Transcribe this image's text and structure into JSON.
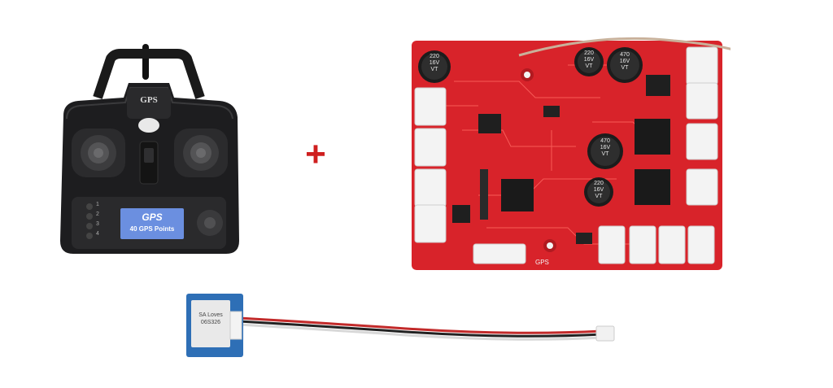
{
  "transmitter": {
    "top_label": "GPS",
    "screen_title": "GPS",
    "screen_subtitle": "40 GPS Points",
    "buttons": [
      "1",
      "2",
      "3",
      "4"
    ]
  },
  "plus_sign": "+",
  "board": {
    "caps": [
      {
        "v": "220",
        "s": "16V",
        "t": "VT"
      },
      {
        "v": "220",
        "s": "16V",
        "t": "VT"
      },
      {
        "v": "470",
        "s": "16V",
        "t": "VT"
      },
      {
        "v": "470",
        "s": "16V",
        "t": "VT"
      },
      {
        "v": "220",
        "s": "16V",
        "t": "VT"
      }
    ],
    "gps_label": "GPS"
  },
  "gps_module": {
    "line1": "SA Loves",
    "line2": "06S326"
  },
  "colors": {
    "pcb_red": "#d8232a",
    "plus_red": "#cf1f1f",
    "transmitter_black": "#1d1d1f",
    "screen_blue": "#6b8fe0",
    "module_blue": "#2e6fb6"
  }
}
